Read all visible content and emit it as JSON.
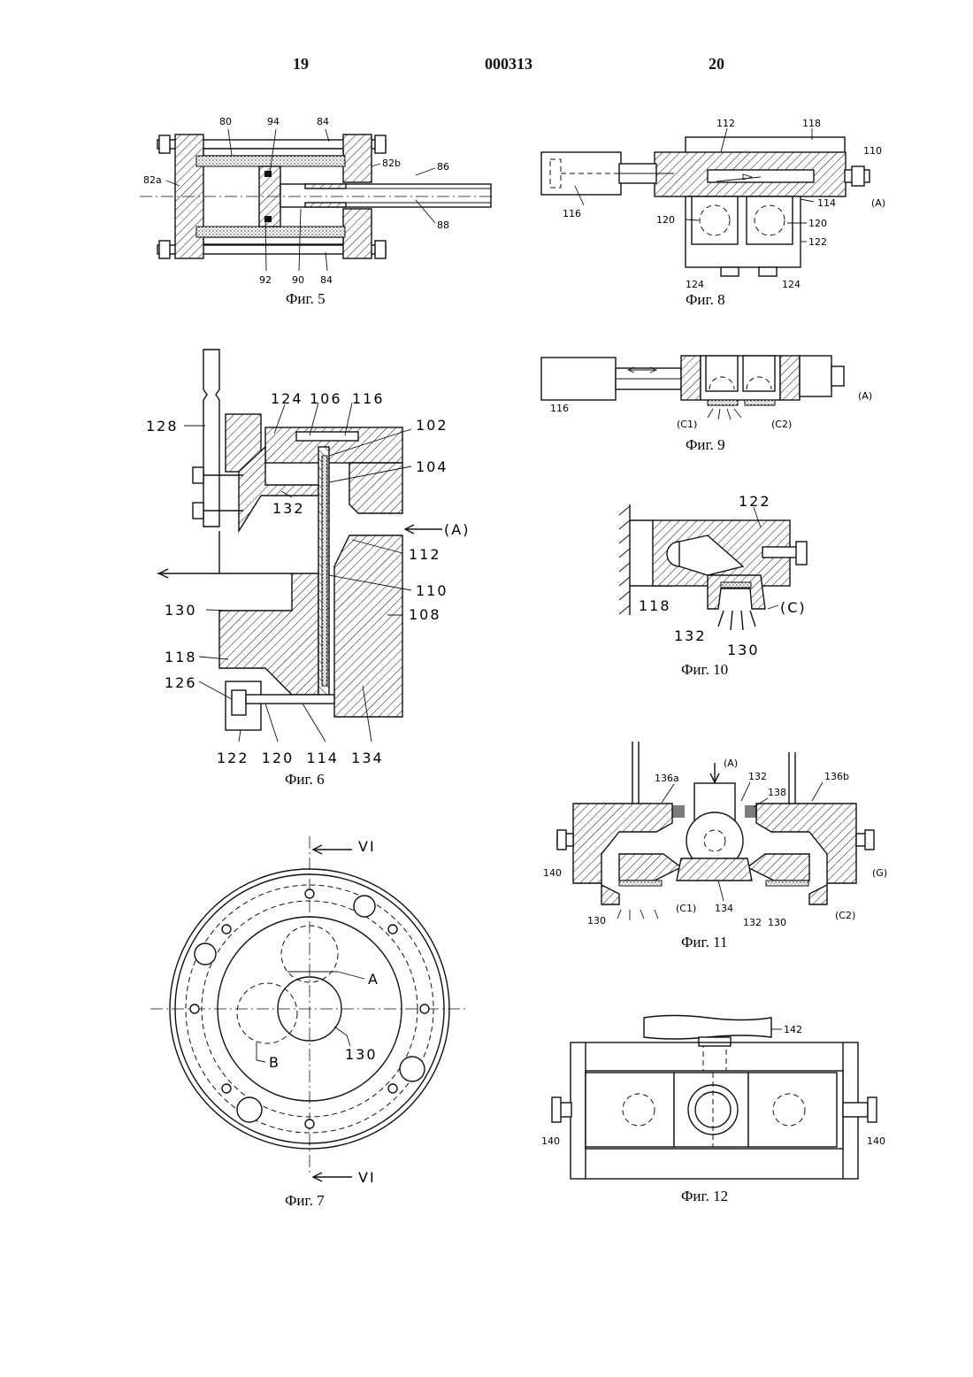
{
  "header": {
    "page_left": "19",
    "doc_number": "000313",
    "page_right": "20"
  },
  "fig5": {
    "caption": "Фиг. 5",
    "labels": {
      "l80": "80",
      "l94": "94",
      "l84a": "84",
      "l82a": "82a",
      "l82b": "82b",
      "l86": "86",
      "l88": "88",
      "l92": "92",
      "l90": "90",
      "l84b": "84"
    }
  },
  "fig6": {
    "caption": "Фиг. 6",
    "labels": {
      "l128": "128",
      "l124": "124",
      "l106": "106",
      "l116": "116",
      "l102": "102",
      "l104": "104",
      "l132": "132",
      "lA": "(A)",
      "l112": "112",
      "l110": "110",
      "l108": "108",
      "l130": "130",
      "l118": "118",
      "l126": "126",
      "bottom": "122  120  114  134"
    }
  },
  "fig7": {
    "caption": "Фиг. 7",
    "labels": {
      "vi_top": "VI",
      "vi_bottom": "VI",
      "lA": "A",
      "lB": "B",
      "l130": "130"
    }
  },
  "fig8": {
    "caption": "Фиг. 8",
    "labels": {
      "l112": "112",
      "l118": "118",
      "l110": "110",
      "l116": "116",
      "l114": "114",
      "lA": "(A)",
      "l120a": "120",
      "l120b": "120",
      "l122": "122",
      "l124a": "124",
      "l124b": "124"
    }
  },
  "fig9": {
    "caption": "Фиг. 9",
    "labels": {
      "l116": "116",
      "lA": "(A)",
      "lC1": "(C1)",
      "lC2": "(C2)"
    }
  },
  "fig10": {
    "caption": "Фиг. 10",
    "labels": {
      "l122": "122",
      "l118": "118",
      "lC": "(C)",
      "l132": "132",
      "l130": "130"
    }
  },
  "fig11": {
    "caption": "Фиг. 11",
    "labels": {
      "lA": "(A)",
      "l136a": "136a",
      "l132a": "132",
      "l138": "138",
      "l136b": "136b",
      "l140": "140",
      "lG": "(G)",
      "lC1": "(C1)",
      "l134": "134",
      "lC2": "(C2)",
      "l130a": "130",
      "l132b": "132",
      "l130b": "130"
    }
  },
  "fig12": {
    "caption": "Фиг. 12",
    "labels": {
      "l142": "142",
      "l140a": "140",
      "l140b": "140"
    }
  }
}
